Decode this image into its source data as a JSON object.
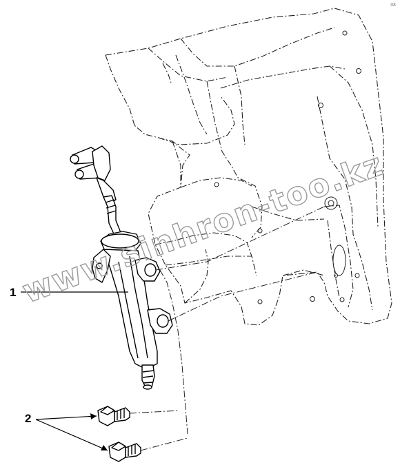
{
  "diagram": {
    "callouts": [
      {
        "id": "1",
        "label": "1"
      },
      {
        "id": "2",
        "label": "2"
      }
    ],
    "watermark": "www.sinhron-too.kz",
    "corner_mark": "33",
    "colors": {
      "line": "#000000",
      "dash": "#222222",
      "watermark": "#9a9a9a"
    }
  }
}
